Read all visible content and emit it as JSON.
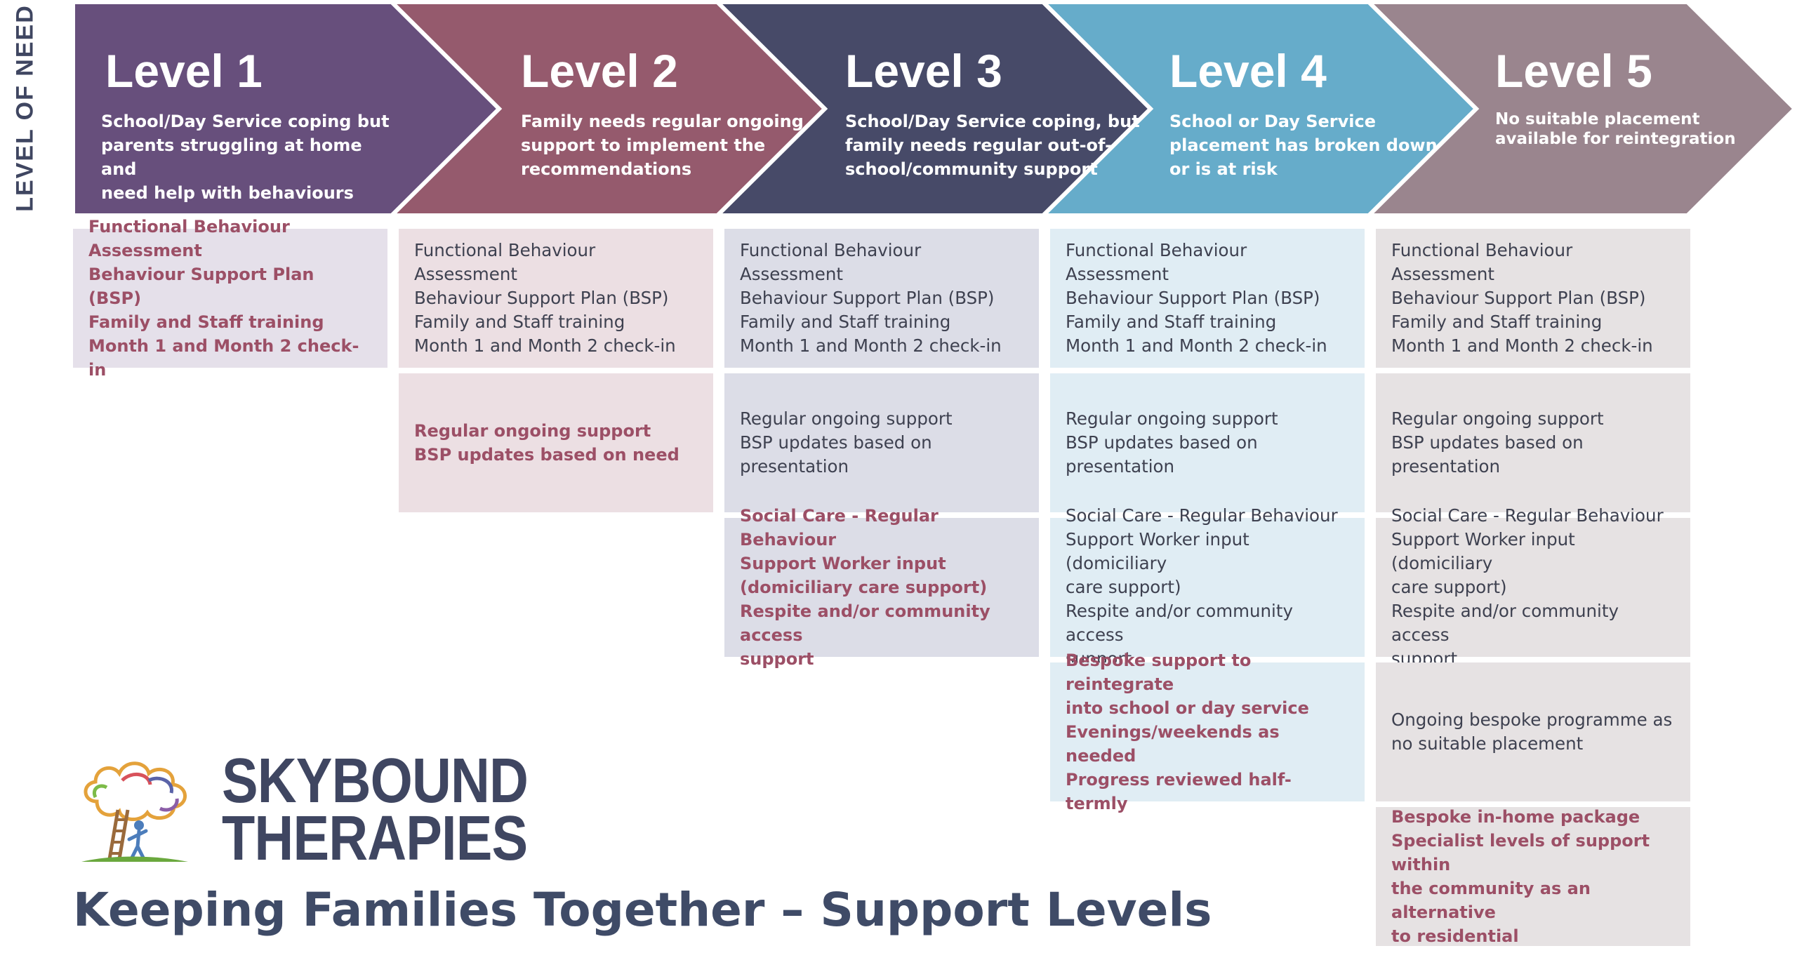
{
  "axis_label": "LEVEL OF NEED",
  "levels": [
    {
      "title": "Level 1",
      "description": "School/Day Service coping but\nparents struggling at home and\nneed help with behaviours",
      "color": "#674f7c",
      "tint": "#e5e0ea"
    },
    {
      "title": "Level 2",
      "description": "Family needs regular ongoing\nsupport to implement the\nrecommendations",
      "color": "#955a6d",
      "tint": "#ecdfe3"
    },
    {
      "title": "Level 3",
      "description": "School/Day Service coping, but\nfamily needs regular out-of-\nschool/community support",
      "color": "#474a68",
      "tint": "#dcdde7"
    },
    {
      "title": "Level 4",
      "description": "School or Day Service\nplacement has broken down\nor is at risk",
      "color": "#66acca",
      "tint": "#e0edf4"
    },
    {
      "title": "Level 5",
      "description": "No suitable placement\navailable for reintegration",
      "color": "#9a858e",
      "tint": "#e6e2e3"
    }
  ],
  "rows": [
    [
      {
        "text": "Functional Behaviour Assessment\nBehaviour Support Plan (BSP)\nFamily and Staff training\nMonth 1 and Month 2 check-in",
        "highlight": true
      },
      {
        "text": "Functional Behaviour Assessment\nBehaviour Support Plan (BSP)\nFamily and Staff training\nMonth 1 and Month 2 check-in",
        "highlight": false
      },
      {
        "text": "Functional Behaviour Assessment\nBehaviour Support Plan (BSP)\nFamily and Staff training\nMonth 1 and Month 2 check-in",
        "highlight": false
      },
      {
        "text": "Functional Behaviour Assessment\nBehaviour Support Plan (BSP)\nFamily and Staff training\nMonth 1 and Month 2 check-in",
        "highlight": false
      },
      {
        "text": "Functional Behaviour Assessment\nBehaviour Support Plan (BSP)\nFamily and Staff training\nMonth 1 and Month 2 check-in",
        "highlight": false
      }
    ],
    [
      null,
      {
        "text": "Regular ongoing support\nBSP updates based on need",
        "highlight": true
      },
      {
        "text": "Regular ongoing support\nBSP updates based on\npresentation",
        "highlight": false
      },
      {
        "text": "Regular ongoing support\nBSP updates based on\npresentation",
        "highlight": false
      },
      {
        "text": "Regular ongoing support\nBSP updates based on\npresentation",
        "highlight": false
      }
    ],
    [
      null,
      null,
      {
        "text": "Social Care - Regular Behaviour\nSupport Worker input\n(domiciliary care support)\nRespite and/or community access\nsupport",
        "highlight": true
      },
      {
        "text": "Social Care - Regular Behaviour\nSupport Worker input (domiciliary\ncare support)\nRespite and/or community access\nsupport",
        "highlight": false
      },
      {
        "text": "Social Care - Regular Behaviour\nSupport Worker input (domiciliary\ncare support)\nRespite and/or community access\nsupport",
        "highlight": false
      }
    ],
    [
      null,
      null,
      null,
      {
        "text": "Bespoke support to reintegrate\ninto school or day service\nEvenings/weekends as needed\nProgress reviewed half-termly",
        "highlight": true
      },
      {
        "text": "Ongoing bespoke programme as\nno suitable placement",
        "highlight": false
      }
    ],
    [
      null,
      null,
      null,
      null,
      {
        "text": "Bespoke in-home package\nSpecialist levels of support within\nthe community as an alternative\nto residential",
        "highlight": true
      }
    ]
  ],
  "brand": {
    "line1": "SKYBOUND",
    "line2": "THERAPIES"
  },
  "footer_title": "Keeping Families Together – Support Levels"
}
